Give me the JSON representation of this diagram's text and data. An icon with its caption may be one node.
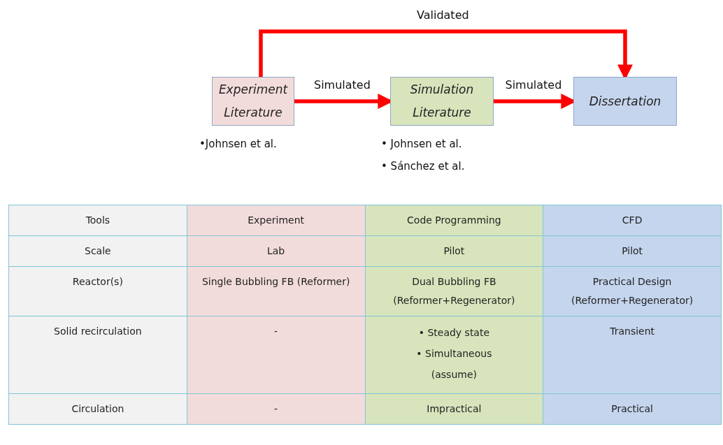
{
  "diagram": {
    "nodes": [
      {
        "text": [
          "Experiment Literature"
        ],
        "beside": [
          "•Johnsen et al."
        ]
      },
      {
        "text": [
          "Simulation Literature"
        ],
        "beside": [
          "• Johnsen et al.",
          "• Sánchez et al."
        ]
      },
      {
        "text": [
          "Dissertation"
        ]
      }
    ],
    "edges": [
      {
        "from": 0,
        "to": 1,
        "arrow": "to",
        "label": "Simulated"
      },
      {
        "from": 1,
        "to": 2,
        "arrow": "to",
        "label": "Simulated"
      },
      {
        "from": 0,
        "to": 2,
        "arrow": "to",
        "label": "Validated"
      }
    ],
    "labels": [
      "Tools",
      "Experiment",
      "Code Programming",
      "CFD",
      "Scale",
      "Lab",
      "Pilot",
      "Pilot",
      "Reactor(s)",
      "Single Bubbling FB (Reformer)",
      "Dual Bubbling FB (Reformer+Regenerator)",
      "Practical Design (Reformer+Regenerator)",
      "Solid recirculation",
      "-",
      "• Steady state",
      "• Simultaneous (assume)",
      "Transient",
      "Circulation",
      "-",
      "Impractical",
      "Practical"
    ]
  }
}
